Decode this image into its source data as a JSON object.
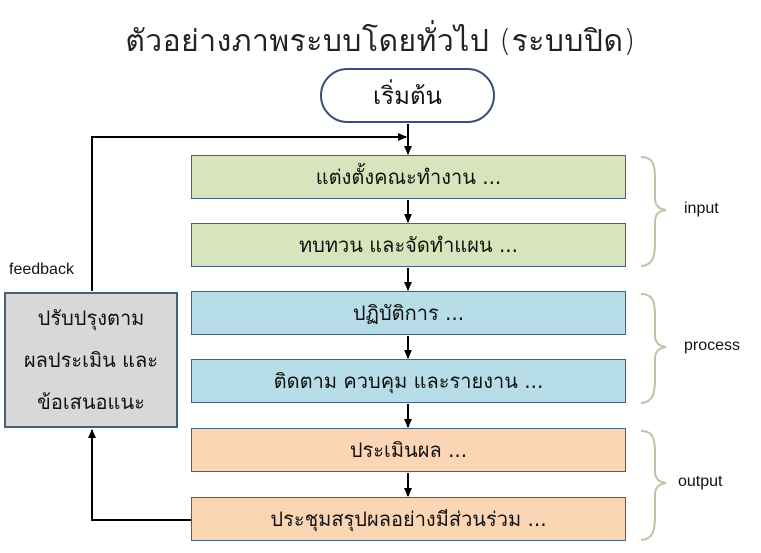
{
  "title": "ตัวอย่างภาพระบบโดยทั่วไป (ระบบปิด)",
  "start_label": "เริ่มต้น",
  "steps": [
    {
      "label": "แต่งตั้งคณะทำงาน ...",
      "color": "#d8e4bc"
    },
    {
      "label": "ทบทวน และจัดทำแผน ...",
      "color": "#d8e4bc"
    },
    {
      "label": "ปฏิบัติการ ...",
      "color": "#b7dde8"
    },
    {
      "label": "ติดตาม ควบคุม และรายงาน ...",
      "color": "#b7dde8"
    },
    {
      "label": "ประเมินผล ...",
      "color": "#fcd5b5"
    },
    {
      "label": "ประชุมสรุปผลอย่างมีส่วนร่วม ...",
      "color": "#fcd5b5"
    }
  ],
  "feedback_box": {
    "lines": [
      "ปรับปรุงตาม",
      "ผลประเมิน และ",
      "ข้อเสนอแนะ"
    ],
    "color": "#d8d8d8"
  },
  "labels": {
    "feedback": "feedback",
    "input": "input",
    "process": "process",
    "output": "output"
  },
  "colors": {
    "border": "#43607f",
    "arrow": "#000000",
    "brace": "#c8bfa6"
  }
}
